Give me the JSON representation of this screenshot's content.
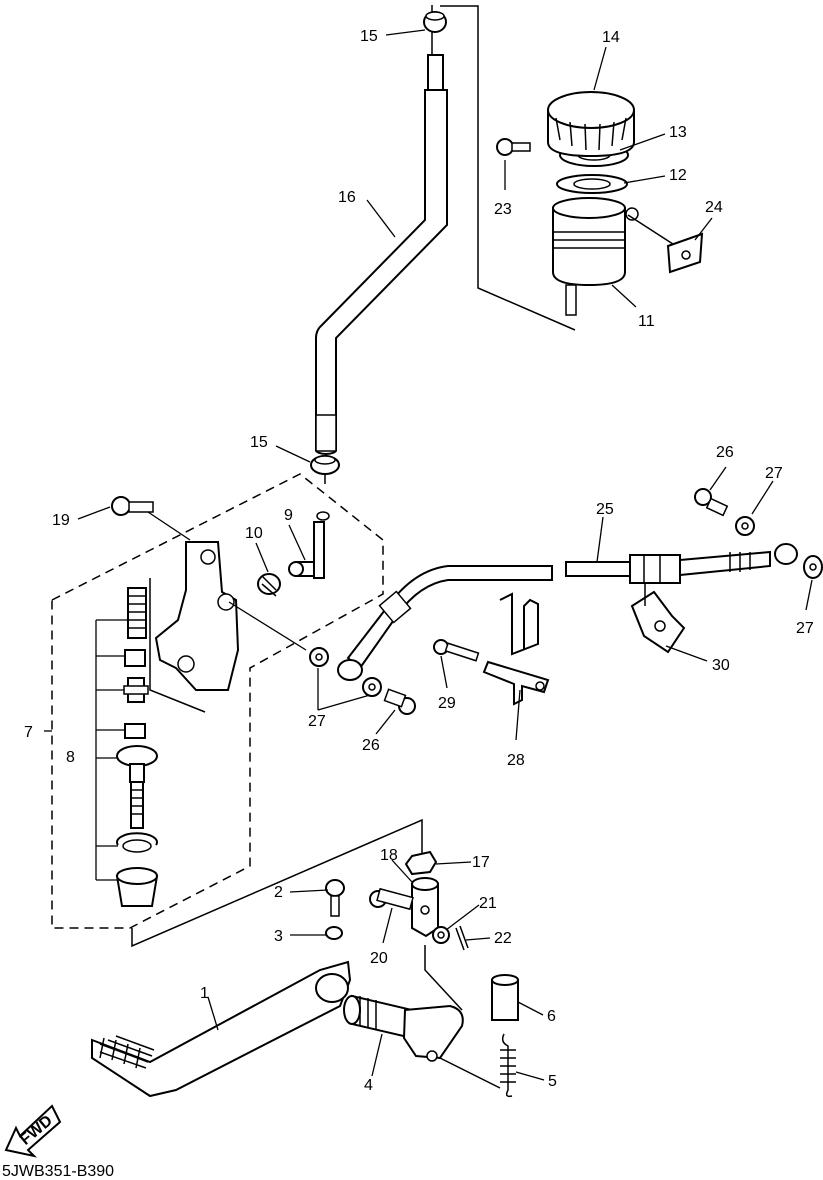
{
  "diagram_code": "5JWB351-B390",
  "fwd_label": "FWD",
  "callouts": {
    "p1": "1",
    "p2": "2",
    "p3": "3",
    "p4": "4",
    "p5": "5",
    "p6": "6",
    "p7": "7",
    "p8": "8",
    "p9": "9",
    "p10": "10",
    "p11": "11",
    "p12": "12",
    "p13": "13",
    "p14": "14",
    "p15a": "15",
    "p15b": "15",
    "p16": "16",
    "p17": "17",
    "p18": "18",
    "p19": "19",
    "p20": "20",
    "p21": "21",
    "p22": "22",
    "p23": "23",
    "p24": "24",
    "p25": "25",
    "p26a": "26",
    "p26b": "26",
    "p27a": "27",
    "p27b": "27",
    "p27c": "27",
    "p28": "28",
    "p29": "29",
    "p30": "30"
  }
}
